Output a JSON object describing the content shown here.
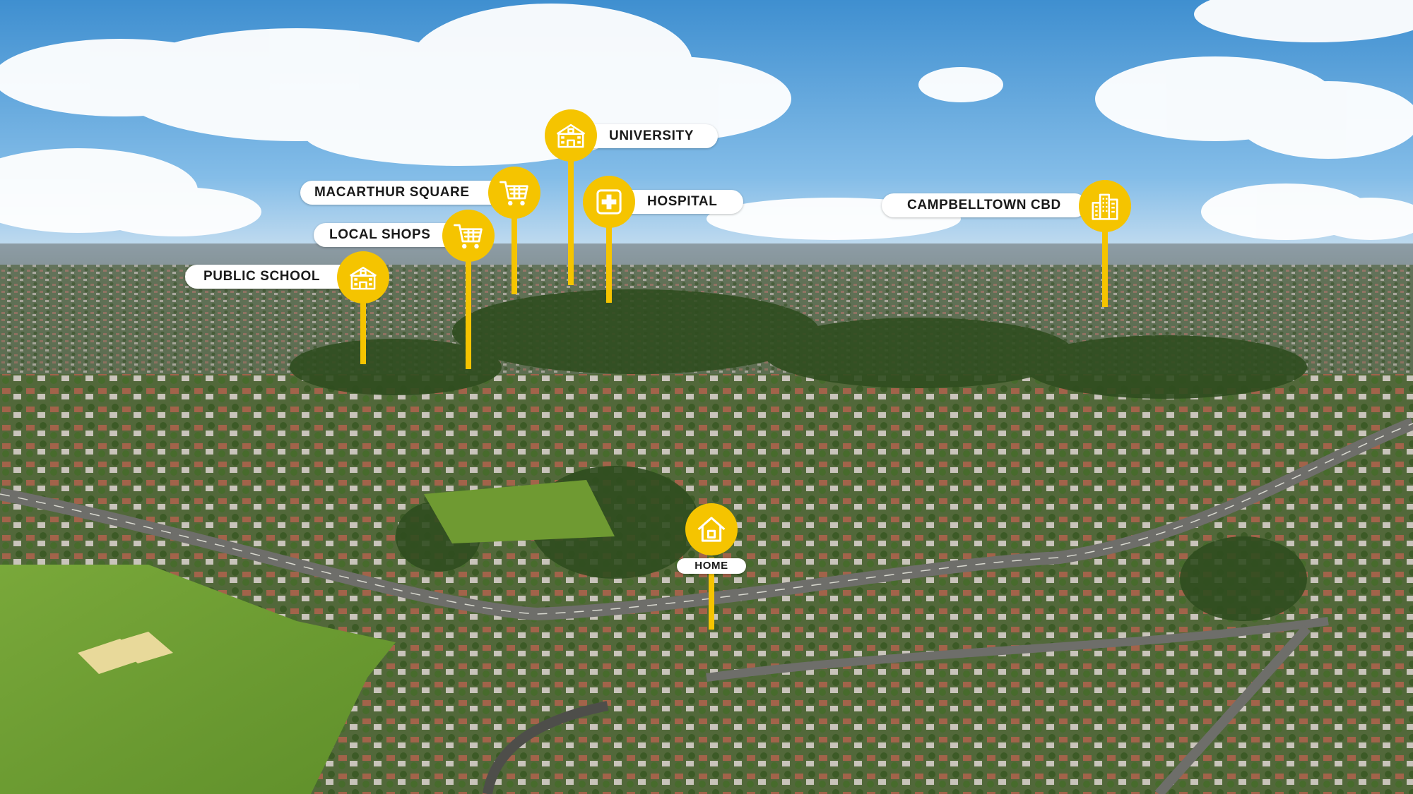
{
  "colors": {
    "pin": "#f5c400",
    "label_bg": "#ffffff",
    "label_text": "#1a1a1a",
    "sky_top": "#3f8fd0",
    "sky_bottom": "#a9d1ef"
  },
  "markers": {
    "public_school": {
      "label": "PUBLIC SCHOOL",
      "icon": "school-icon"
    },
    "local_shops": {
      "label": "LOCAL SHOPS",
      "icon": "shopping-cart-icon"
    },
    "macarthur_square": {
      "label": "MACARTHUR SQUARE",
      "icon": "shopping-cart-icon"
    },
    "university": {
      "label": "UNIVERSITY",
      "icon": "university-icon"
    },
    "hospital": {
      "label": "HOSPITAL",
      "icon": "hospital-cross-icon"
    },
    "campbelltown_cbd": {
      "label": "CAMPBELLTOWN CBD",
      "icon": "city-buildings-icon"
    },
    "home": {
      "label": "HOME",
      "icon": "house-icon"
    }
  }
}
